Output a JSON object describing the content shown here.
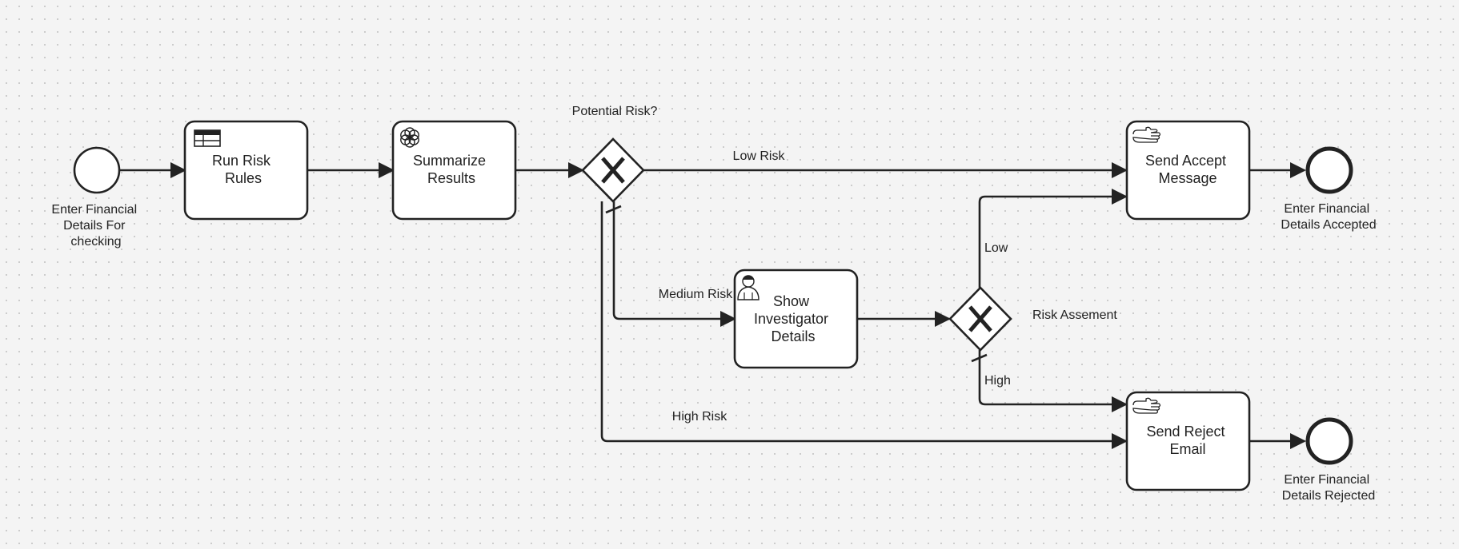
{
  "start_event": {
    "label": [
      "Enter Financial",
      "Details For",
      "checking"
    ]
  },
  "tasks": {
    "run_risk_rules": {
      "label": [
        "Run Risk",
        "Rules"
      ],
      "icon": "business-rule-table-icon"
    },
    "summarize_results": {
      "label": [
        "Summarize",
        "Results"
      ],
      "icon": "openai-knot-icon"
    },
    "show_investigator": {
      "label": [
        "Show",
        "Investigator",
        "Details"
      ],
      "icon": "user-person-icon"
    },
    "send_accept": {
      "label": [
        "Send Accept",
        "Message"
      ],
      "icon": "hand-manual-icon"
    },
    "send_reject": {
      "label": [
        "Send Reject",
        "Email"
      ],
      "icon": "hand-manual-icon"
    }
  },
  "gateways": {
    "potential_risk": {
      "label": "Potential Risk?"
    },
    "risk_assessment": {
      "label": "Risk Assement"
    }
  },
  "end_events": {
    "accepted": {
      "label": [
        "Enter Financial",
        "Details Accepted"
      ]
    },
    "rejected": {
      "label": [
        "Enter Financial",
        "Details Rejected"
      ]
    }
  },
  "flows": {
    "low_risk": "Low Risk",
    "medium_risk": "Medium Risk",
    "high_risk": "High Risk",
    "low": "Low",
    "high": "High"
  }
}
